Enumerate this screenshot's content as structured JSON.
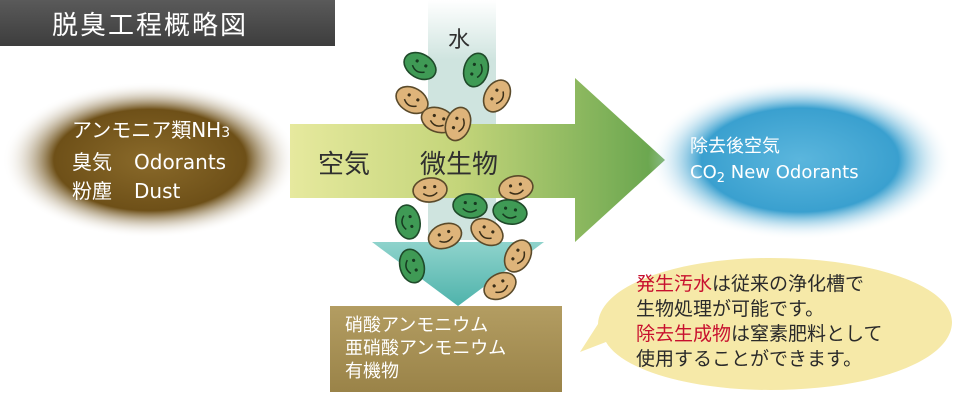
{
  "title": "脱臭工程概略図",
  "water_label": "水",
  "air_label": "空気",
  "microbe_label": "微生物",
  "source": {
    "lines": [
      {
        "jp": "アンモニア類NH",
        "sub": "3",
        "en": ""
      },
      {
        "jp": "臭気",
        "sub": "",
        "en": "Odorants"
      },
      {
        "jp": "粉塵",
        "sub": "",
        "en": "Dust"
      }
    ]
  },
  "result": {
    "line1": "除去後空気",
    "line2_pre": "CO",
    "line2_sub": "2",
    "line2_post": " New Odorants"
  },
  "byproducts": {
    "lines": [
      "硝酸アンモニウム",
      "亜硝酸アンモニウム",
      "有機物"
    ]
  },
  "note": {
    "line1_red": "発生汚水",
    "line1_rest": "は従来の浄化槽で",
    "line2": "生物処理が可能です。",
    "line3_red": "除去生成物",
    "line3_rest": "は窒素肥料として",
    "line4": "使用することができます。"
  },
  "colors": {
    "title_bg": "#4a4a4a",
    "source_ellipse": "#7a5a1e",
    "result_ellipse": "#4aa9d4",
    "arrow_start": "#e4e79a",
    "arrow_end": "#6aa84f",
    "water_column": "#cfe3df",
    "down_arrow": "#5dbcb4",
    "byproduct_box": "#a99256",
    "note_bubble": "#f6e9a8",
    "highlight_text": "#c8102e",
    "microbe_orange": "#deb47a",
    "microbe_green": "#3f9a55"
  },
  "icons": {
    "microbe": "smiley-microbe-icon"
  }
}
